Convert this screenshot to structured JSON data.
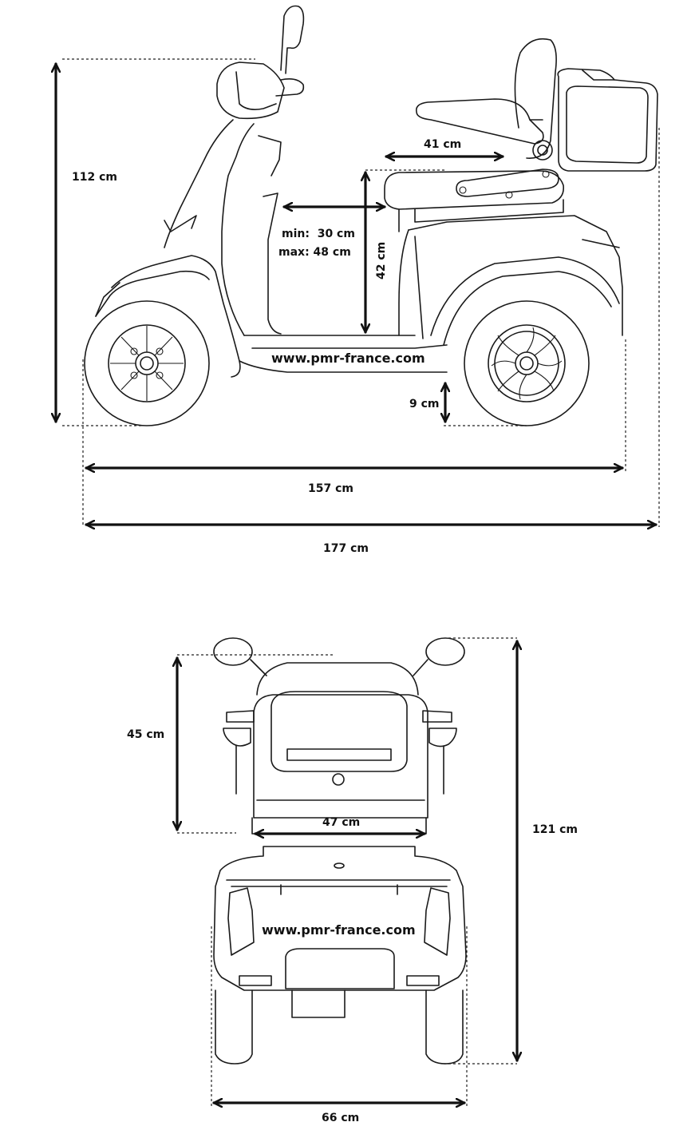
{
  "side_view": {
    "height": "112 cm",
    "armrest_width": "41 cm",
    "seat_depth_min": "min:  30 cm",
    "seat_depth_max": "max: 48 cm",
    "seat_height": "42 cm",
    "ground_clearance": "9 cm",
    "wheelbase_length": "157 cm",
    "total_length": "177 cm",
    "website": "www.pmr-france.com"
  },
  "rear_view": {
    "seat_back_height": "45 cm",
    "seat_width": "47 cm",
    "total_height": "121 cm",
    "total_width": "66 cm",
    "website": "www.pmr-france.com"
  }
}
